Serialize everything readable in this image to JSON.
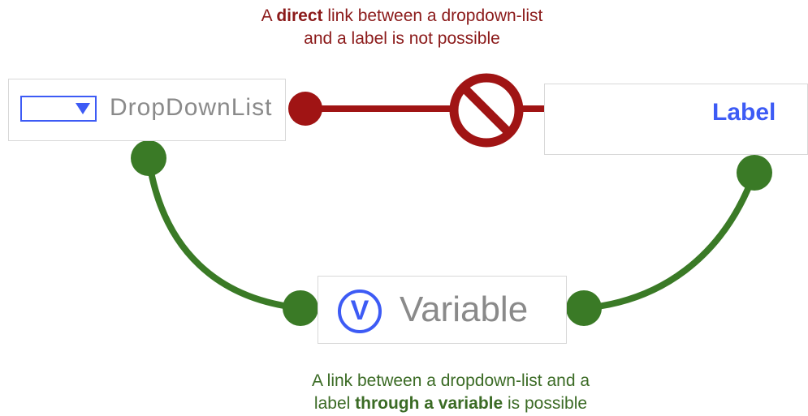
{
  "top_caption": {
    "prefix": "A ",
    "emphasis": "direct",
    "rest_line1": " link between a dropdown-list",
    "line2": "and a label is not possible"
  },
  "bottom_caption": {
    "line1": "A link between a dropdown-list and a",
    "prefix2": "label ",
    "emphasis": "through a variable",
    "rest_line2": " is possible"
  },
  "nodes": {
    "dropdown": {
      "label": "DropDownList",
      "icon": "dropdown-arrow-icon"
    },
    "label": {
      "text": "Label"
    },
    "variable": {
      "label": "Variable",
      "icon_letter": "V",
      "icon": "variable-v-icon"
    }
  },
  "links": {
    "direct": {
      "status": "not possible",
      "icon": "prohibited-icon",
      "color": "#a01414"
    },
    "through_variable": {
      "status": "possible",
      "color": "#3a7a26"
    }
  },
  "colors": {
    "red": "#a01414",
    "green": "#3a7a26",
    "blue": "#3d5bf5",
    "grey_text": "#8a8a8a"
  }
}
